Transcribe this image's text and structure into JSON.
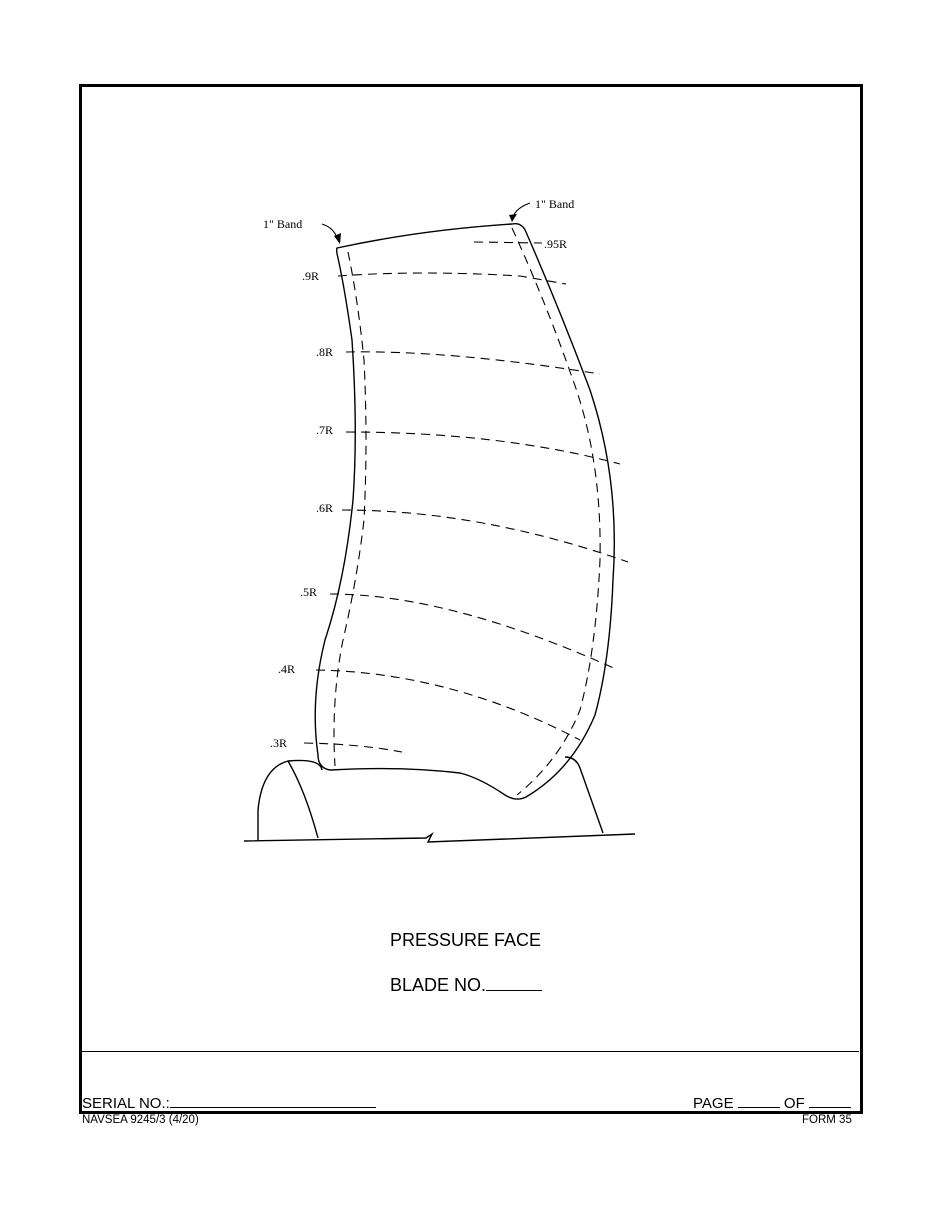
{
  "drawing": {
    "band_labels": [
      "1\" Band",
      "1\" Band"
    ],
    "radius_labels": [
      ".95R",
      ".9R",
      ".8R",
      ".7R",
      ".6R",
      ".5R",
      ".4R",
      ".3R"
    ]
  },
  "caption": {
    "face": "PRESSURE FACE",
    "blade_no": "BLADE NO."
  },
  "footer": {
    "serial_label": "SERIAL NO.:",
    "page_label": "PAGE",
    "of_label": "OF",
    "form_id": "NAVSEA 9245/3 (4/20)",
    "form_number": "FORM 35"
  }
}
